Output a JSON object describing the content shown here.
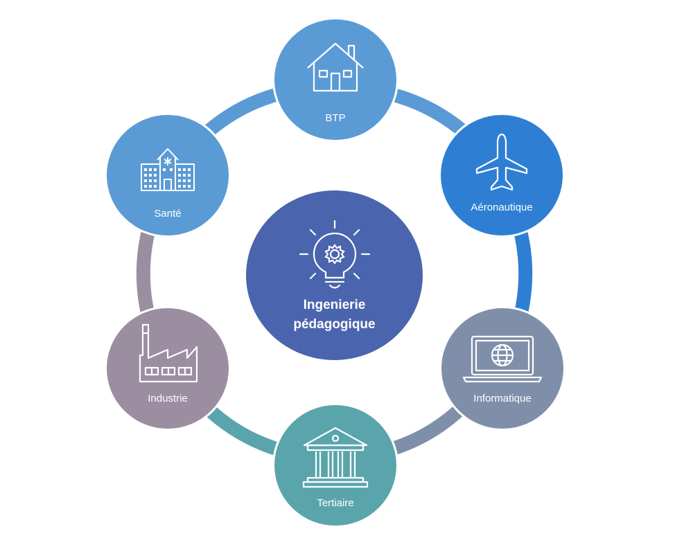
{
  "center": {
    "line1": "Ingenierie",
    "line2": "pédagogique",
    "color": "#4a65ad"
  },
  "nodes": [
    {
      "label": "BTP",
      "icon": "house-icon",
      "color": "#5b9bd5"
    },
    {
      "label": "Aéronautique",
      "icon": "airplane-icon",
      "color": "#2e7fd4"
    },
    {
      "label": "Informatique",
      "icon": "laptop-globe-icon",
      "color": "#7f8fa9"
    },
    {
      "label": "Tertiaire",
      "icon": "bank-building-icon",
      "color": "#5aa5ac"
    },
    {
      "label": "Industrie",
      "icon": "factory-icon",
      "color": "#9a8ea0"
    },
    {
      "label": "Santé",
      "icon": "hospital-icon",
      "color": "#5b9bd5"
    }
  ],
  "ring_colors": [
    "#5b9bd5",
    "#2e7fd4",
    "#7f8fa9",
    "#5aa5ac",
    "#9a8ea0",
    "#5b9bd5"
  ]
}
